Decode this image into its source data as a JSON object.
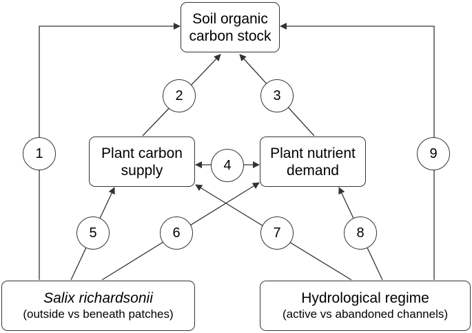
{
  "nodes": {
    "soil": {
      "line1": "Soil organic",
      "line2": "carbon stock"
    },
    "supply": {
      "line1": "Plant carbon",
      "line2": "supply"
    },
    "demand": {
      "line1": "Plant nutrient",
      "line2": "demand"
    },
    "salix": {
      "line1": "Salix richardsonii",
      "line2": "(outside vs beneath patches)"
    },
    "hydro": {
      "line1": "Hydrological regime",
      "line2": "(active vs abandoned channels)"
    }
  },
  "links": [
    {
      "label": "1",
      "from": "Salix richardsonii",
      "to": "Soil organic carbon stock"
    },
    {
      "label": "2",
      "from": "Plant carbon supply",
      "to": "Soil organic carbon stock"
    },
    {
      "label": "3",
      "from": "Plant nutrient demand",
      "to": "Soil organic carbon stock"
    },
    {
      "label": "4",
      "from": "Plant carbon supply",
      "to": "Plant nutrient demand",
      "bidirectional": true
    },
    {
      "label": "5",
      "from": "Salix richardsonii",
      "to": "Plant carbon supply"
    },
    {
      "label": "6",
      "from": "Salix richardsonii",
      "to": "Plant nutrient demand"
    },
    {
      "label": "7",
      "from": "Hydrological regime",
      "to": "Plant carbon supply"
    },
    {
      "label": "8",
      "from": "Hydrological regime",
      "to": "Plant nutrient demand"
    },
    {
      "label": "9",
      "from": "Hydrological regime",
      "to": "Soil organic carbon stock"
    }
  ],
  "colors": {
    "stroke": "#333333",
    "fill": "#ffffff"
  }
}
